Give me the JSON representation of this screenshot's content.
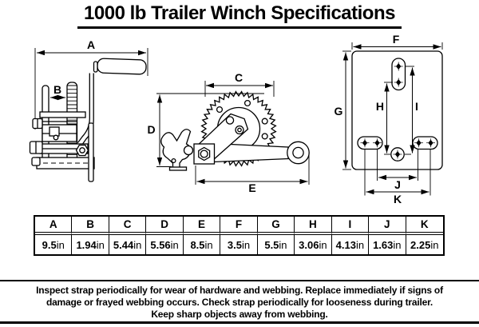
{
  "title": "1000 lb Trailer Winch Specifications",
  "spec_table": {
    "columns": [
      {
        "label": "A",
        "value": "9.5",
        "unit": "in"
      },
      {
        "label": "B",
        "value": "1.94",
        "unit": "in"
      },
      {
        "label": "C",
        "value": "5.44",
        "unit": "in"
      },
      {
        "label": "D",
        "value": "5.56",
        "unit": "in"
      },
      {
        "label": "E",
        "value": "8.5",
        "unit": "in"
      },
      {
        "label": "F",
        "value": "3.5",
        "unit": "in"
      },
      {
        "label": "G",
        "value": "5.5",
        "unit": "in"
      },
      {
        "label": "H",
        "value": "3.06",
        "unit": "in"
      },
      {
        "label": "I",
        "value": "4.13",
        "unit": "in"
      },
      {
        "label": "J",
        "value": "1.63",
        "unit": "in"
      },
      {
        "label": "K",
        "value": "2.25",
        "unit": "in"
      }
    ]
  },
  "warning": {
    "lines": [
      "Inspect strap periodically for wear of hardware and webbing. Replace immediately if signs of",
      "damage or frayed webbing occurs. Check strap periodically for looseness during trailer.",
      "Keep sharp objects away from webbing."
    ]
  },
  "colors": {
    "ink": "#000000",
    "paper": "#ffffff"
  }
}
